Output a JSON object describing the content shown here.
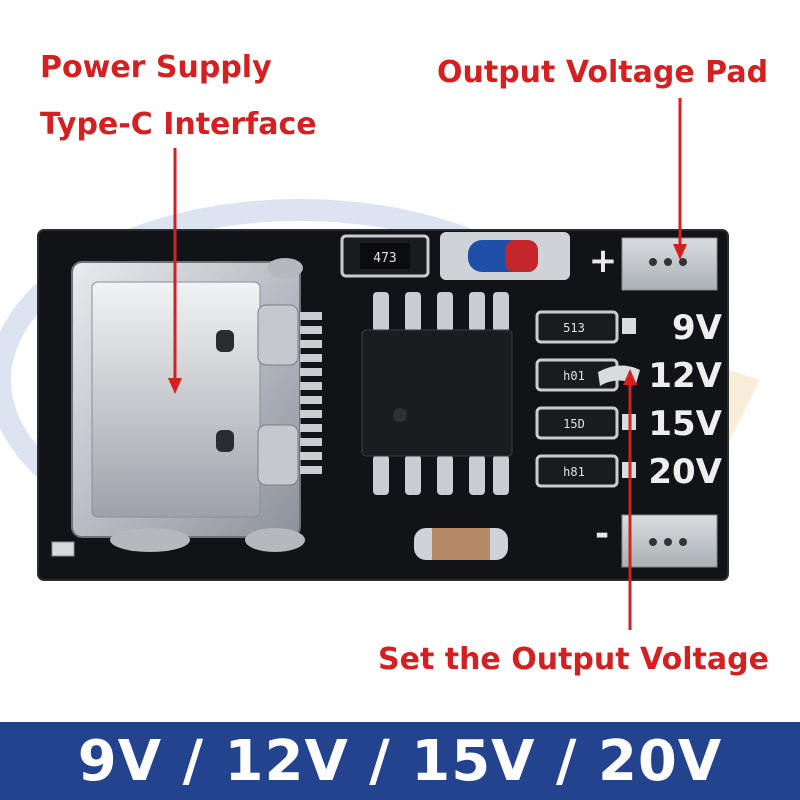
{
  "annotations": {
    "power_supply": "Power Supply",
    "type_c": "Type-C Interface",
    "output_pad": "Output Voltage Pad",
    "set_voltage": "Set the Output Voltage"
  },
  "board": {
    "resistor_top": "473",
    "plus_sign": "+",
    "minus_sign": "-",
    "resistor_9v": "513",
    "resistor_12v": "h01",
    "resistor_15v": "15D",
    "resistor_20v": "h81",
    "voltage_labels": [
      "9V",
      "12V",
      "15V",
      "20V"
    ]
  },
  "banner": {
    "text": "9V / 12V / 15V / 20V"
  },
  "colors": {
    "annotation": "#d42020",
    "banner_bg": "#23438f",
    "banner_text": "#ffffff",
    "pcb": "#111215"
  }
}
